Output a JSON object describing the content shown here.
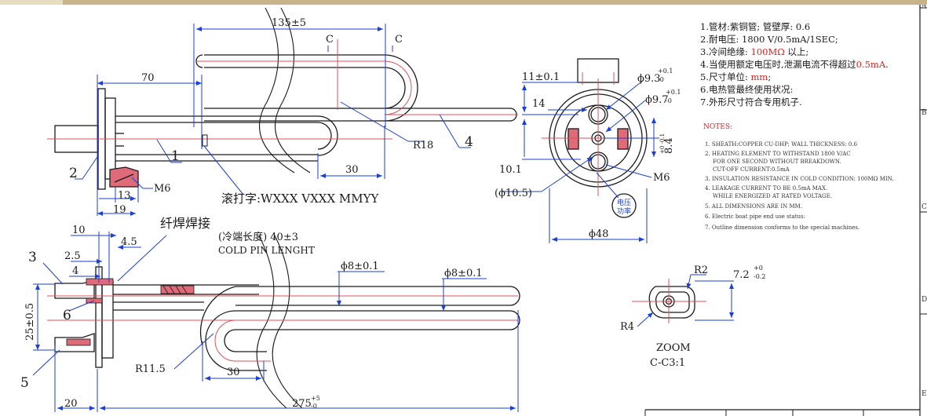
{
  "drawing": {
    "top_view": {
      "dim_135": "135±5",
      "dim_70": "70",
      "section_c_left": "C",
      "section_c_right": "C",
      "r18": "R18",
      "dim_30": "30",
      "dim_13": "13",
      "dim_19": "19",
      "m6": "M6",
      "part_1": "1",
      "part_2": "2",
      "part_4": "4",
      "stamp_text": "滚打字:WXXX VXXX MMYY"
    },
    "side_view": {
      "weld_label": "纤焊焊接",
      "cold_end": "(冷端长度) 40±3",
      "cold_pin": "COLD PIN LENGHT",
      "dim_10": "10",
      "dim_4_5": "4.5",
      "dim_2_5": "2.5",
      "dim_4": "4",
      "dim_25": "25±0.5",
      "phi8_a": "ϕ8±0.1",
      "phi8_b": "ϕ8±0.1",
      "r11_5": "R11.5",
      "dim_30": "30",
      "dim_20": "20",
      "dim_275": "275",
      "dim_275_tol_up": "+5",
      "dim_275_tol_down": "-0",
      "part_3": "3",
      "part_5": "5",
      "part_6": "6"
    },
    "flange_view": {
      "dim_11": "11±0.1",
      "dim_14": "14",
      "dim_10_1": "10.1",
      "phi10_5": "(ϕ10.5)",
      "phi48": "ϕ48",
      "phi9_3": "ϕ9.3",
      "phi9_3_tol_up": "+0.1",
      "phi9_3_tol_down": "-0",
      "phi9_7": "ϕ9.7",
      "phi9_7_tol_up": "+0.1",
      "phi9_7_tol_down": "-0",
      "dim_8_4": "8.4",
      "dim_8_4_tol": "+0 -0.1",
      "m6": "M6",
      "stamp_line1": "电压",
      "stamp_line2": "功率"
    },
    "zoom_view": {
      "r2": "R2",
      "r4": "R4",
      "dim_7_2": "7.2",
      "dim_7_2_tol_up": "+0",
      "dim_7_2_tol_down": "-0.2",
      "zoom_label": "ZOOM",
      "scale_label": "C-C3:1"
    },
    "notes_cn": {
      "line1": "1.管材:紫铜管; 管壁厚: 0.6",
      "line2": "2.耐电压: 1800 V/0.5mA/1SEC;",
      "line3_a": "3.冷间绝缘: ",
      "line3_red": "100MΩ",
      "line3_b": " 以上;",
      "line4_a": "4.当使用额定电压时,泄漏电流不得超过",
      "line4_red": "0.5mA",
      "line4_b": ".",
      "line5_a": "5.尺寸单位: ",
      "line5_red": "mm",
      "line5_b": ";",
      "line6": "6.电热管最终使用状况:",
      "line7": "7.外形尺寸符合专用机子."
    },
    "notes_en": {
      "title": "NOTES:",
      "l1": "1. SHEATH:COPPER CU-DHP; WALL THICKNESS: 0.6",
      "l2": "2. HEATING ELEMENT TO WITHSTAND 1800 V/AC",
      "l2b": "FOR ONE SECOND WITHOUT BREAKDOWN.",
      "l2c": "CUT-OFF CURRENT:0.5mA",
      "l3": "3. INSULATION RESISTANCE IN COLD CONDITION: 100MΩ MIN.",
      "l4": "4. LEAKAGE CURRENT TO BE 0.5mA MAX.",
      "l4b": "WHILE ENERGIZED AT RATED VOLTAGE.",
      "l5": "5. ALL DIMENSIONS ARE IN MM.",
      "l6": "6. Electric boat pipe end use status:",
      "l7": "7. Outline dimension conforms to the special machines."
    },
    "border_letters": [
      "A",
      "B",
      "C",
      "D",
      "E"
    ]
  }
}
